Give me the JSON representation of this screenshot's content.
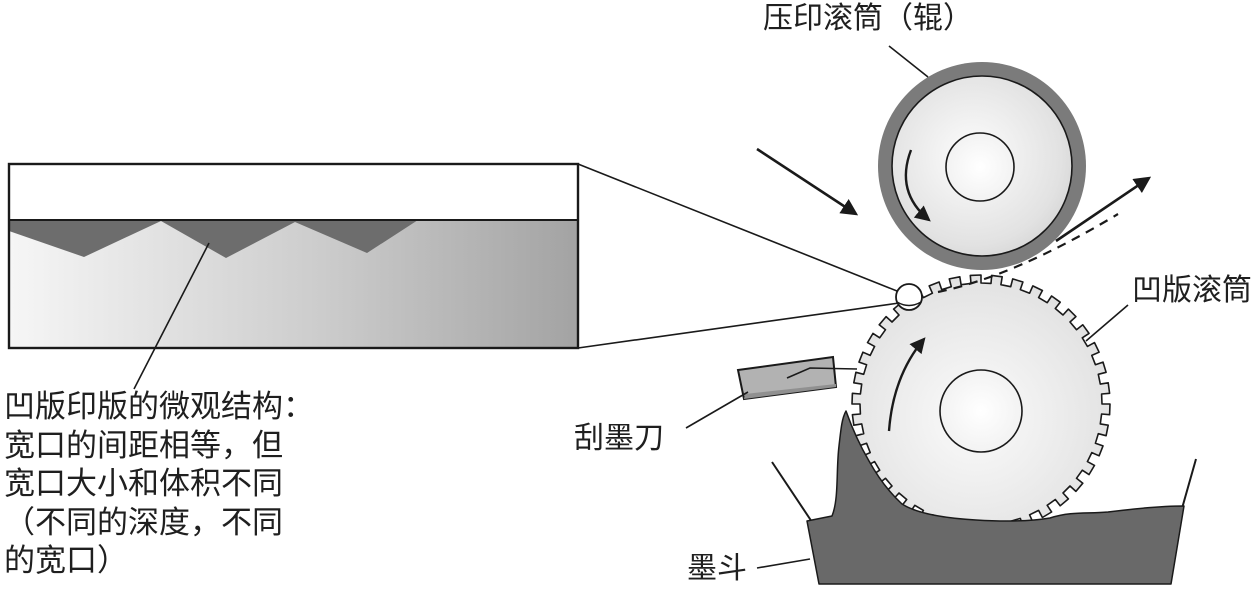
{
  "figure": {
    "labels": {
      "impression_cylinder": "压印滚筒（辊）",
      "gravure_cylinder": "凹版滚筒",
      "doctor_blade": "刮墨刀",
      "ink_fountain": "墨斗"
    },
    "note": {
      "lines": [
        "凹版印版的微观结构：",
        "宽口的间距相等，但",
        "宽口大小和体积不同",
        "（不同的深度，不同",
        "的宽口）"
      ]
    },
    "colors": {
      "cell_gray": "#6d6d6d",
      "ink_gray": "#696969",
      "ring_gray": "#7b7b7b",
      "outline": "#1a1a1a"
    }
  }
}
